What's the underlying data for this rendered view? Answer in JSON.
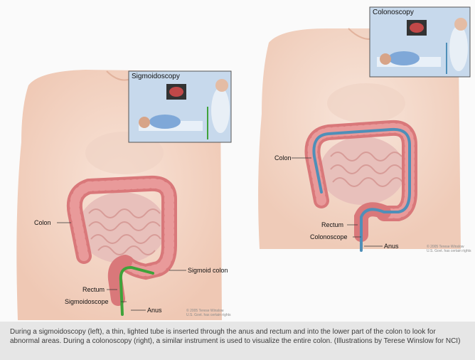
{
  "left_figure": {
    "inset_title": "Sigmoidoscopy",
    "labels": {
      "colon": "Colon",
      "sigmoid_colon": "Sigmoid colon",
      "rectum": "Rectum",
      "sigmoidoscope": "Sigmoidoscope",
      "anus": "Anus"
    },
    "copyright": [
      "© 2005 Terese Winslow",
      "U.S. Govt. has certain rights"
    ]
  },
  "right_figure": {
    "inset_title": "Colonoscopy",
    "labels": {
      "colon": "Colon",
      "rectum": "Rectum",
      "colonoscope": "Colonoscope",
      "anus": "Anus"
    },
    "copyright": [
      "© 2005 Terese Winslow",
      "U.S. Govt. has certain rights"
    ]
  },
  "caption": "During a sigmoidoscopy (left), a thin, lighted tube is inserted through the anus and rectum and into the lower part of the colon to look for abnormal areas. During a colonoscopy (right), a similar instrument is used to visualize the entire colon. (Illustrations by Terese Winslow for NCI)",
  "colors": {
    "skin": "#f3d2c1",
    "colon": "#d9787a",
    "intestine": "#e8b7b3",
    "scope_sigmoid": "#3fa33a",
    "scope_colon": "#4f8fb8",
    "caption_bg": "#e6e6e6"
  }
}
